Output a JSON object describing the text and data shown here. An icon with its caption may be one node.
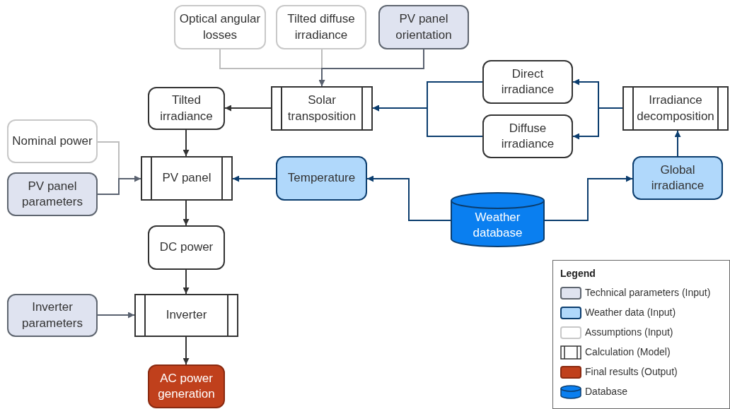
{
  "diagram": {
    "nodes": [
      {
        "text": [
          "Optical angular losses"
        ]
      },
      {
        "text": [
          "Tilted diffuse irradiance"
        ]
      },
      {
        "text": [
          "PV panel orientation"
        ]
      },
      {
        "text": [
          "Tilted irradiance"
        ]
      },
      {
        "text": [
          "Solar transposition"
        ]
      },
      {
        "text": [
          "Direct irradiance"
        ]
      },
      {
        "text": [
          "Irradiance decomposition"
        ]
      },
      {
        "text": [
          "Diffuse irradiance"
        ]
      },
      {
        "text": [
          "Nominal power"
        ]
      },
      {
        "text": [
          "PV panel"
        ]
      },
      {
        "text": [
          "Temperature"
        ]
      },
      {
        "text": [
          "Global irradiance"
        ]
      },
      {
        "text": [
          "PV panel parameters"
        ]
      },
      {
        "text": [
          "Weather database"
        ]
      },
      {
        "text": [
          "DC power"
        ]
      },
      {
        "text": [
          "Inverter parameters"
        ]
      },
      {
        "text": [
          "Inverter"
        ]
      },
      {
        "text": [
          "AC power generation"
        ]
      }
    ],
    "edges": [
      {
        "from": 0,
        "to": 4,
        "arrow": "to",
        "color": "#bdbdbd"
      },
      {
        "from": 1,
        "to": 4,
        "arrow": "to",
        "color": "#bdbdbd"
      },
      {
        "from": 2,
        "to": 4,
        "arrow": "to",
        "color": "#5a6270"
      },
      {
        "from": 4,
        "to": 3,
        "arrow": "to",
        "color": "#333333"
      },
      {
        "from": 5,
        "to": 4,
        "arrow": "to"
      },
      {
        "from": 7,
        "to": 4,
        "arrow": "to"
      },
      {
        "from": 6,
        "to": 5,
        "arrow": "to"
      },
      {
        "from": 6,
        "to": 7,
        "arrow": "to"
      },
      {
        "from": 11,
        "to": 6,
        "arrow": "to"
      },
      {
        "from": 13,
        "to": 11,
        "arrow": "to"
      },
      {
        "from": 13,
        "to": 10,
        "arrow": "to"
      },
      {
        "from": 10,
        "to": 9,
        "arrow": "to"
      },
      {
        "from": 3,
        "to": 9,
        "arrow": "to",
        "color": "#333333"
      },
      {
        "from": 8,
        "to": 9,
        "arrow": "to",
        "color": "#bdbdbd"
      },
      {
        "from": 12,
        "to": 9,
        "arrow": "to",
        "color": "#5a6270"
      },
      {
        "from": 9,
        "to": 14,
        "arrow": "to",
        "color": "#333333"
      },
      {
        "from": 14,
        "to": 16,
        "arrow": "to",
        "color": "#333333"
      },
      {
        "from": 15,
        "to": 16,
        "arrow": "to",
        "color": "#5a6270"
      },
      {
        "from": 16,
        "to": 17,
        "arrow": "to",
        "color": "#333333"
      }
    ],
    "labels": [
      "Legend"
    ],
    "legend": [
      {
        "text": "Technical parameters (Input)",
        "color": "#dfe3f0"
      },
      {
        "text": "Weather data (Input)",
        "color": "#b0d8fb"
      },
      {
        "text": "Assumptions (Input)",
        "color": "#ffffff"
      },
      {
        "text": "Calculation (Model)"
      },
      {
        "text": "Final results (Output)",
        "color": "#c0401c"
      },
      {
        "text": "Database"
      }
    ]
  }
}
